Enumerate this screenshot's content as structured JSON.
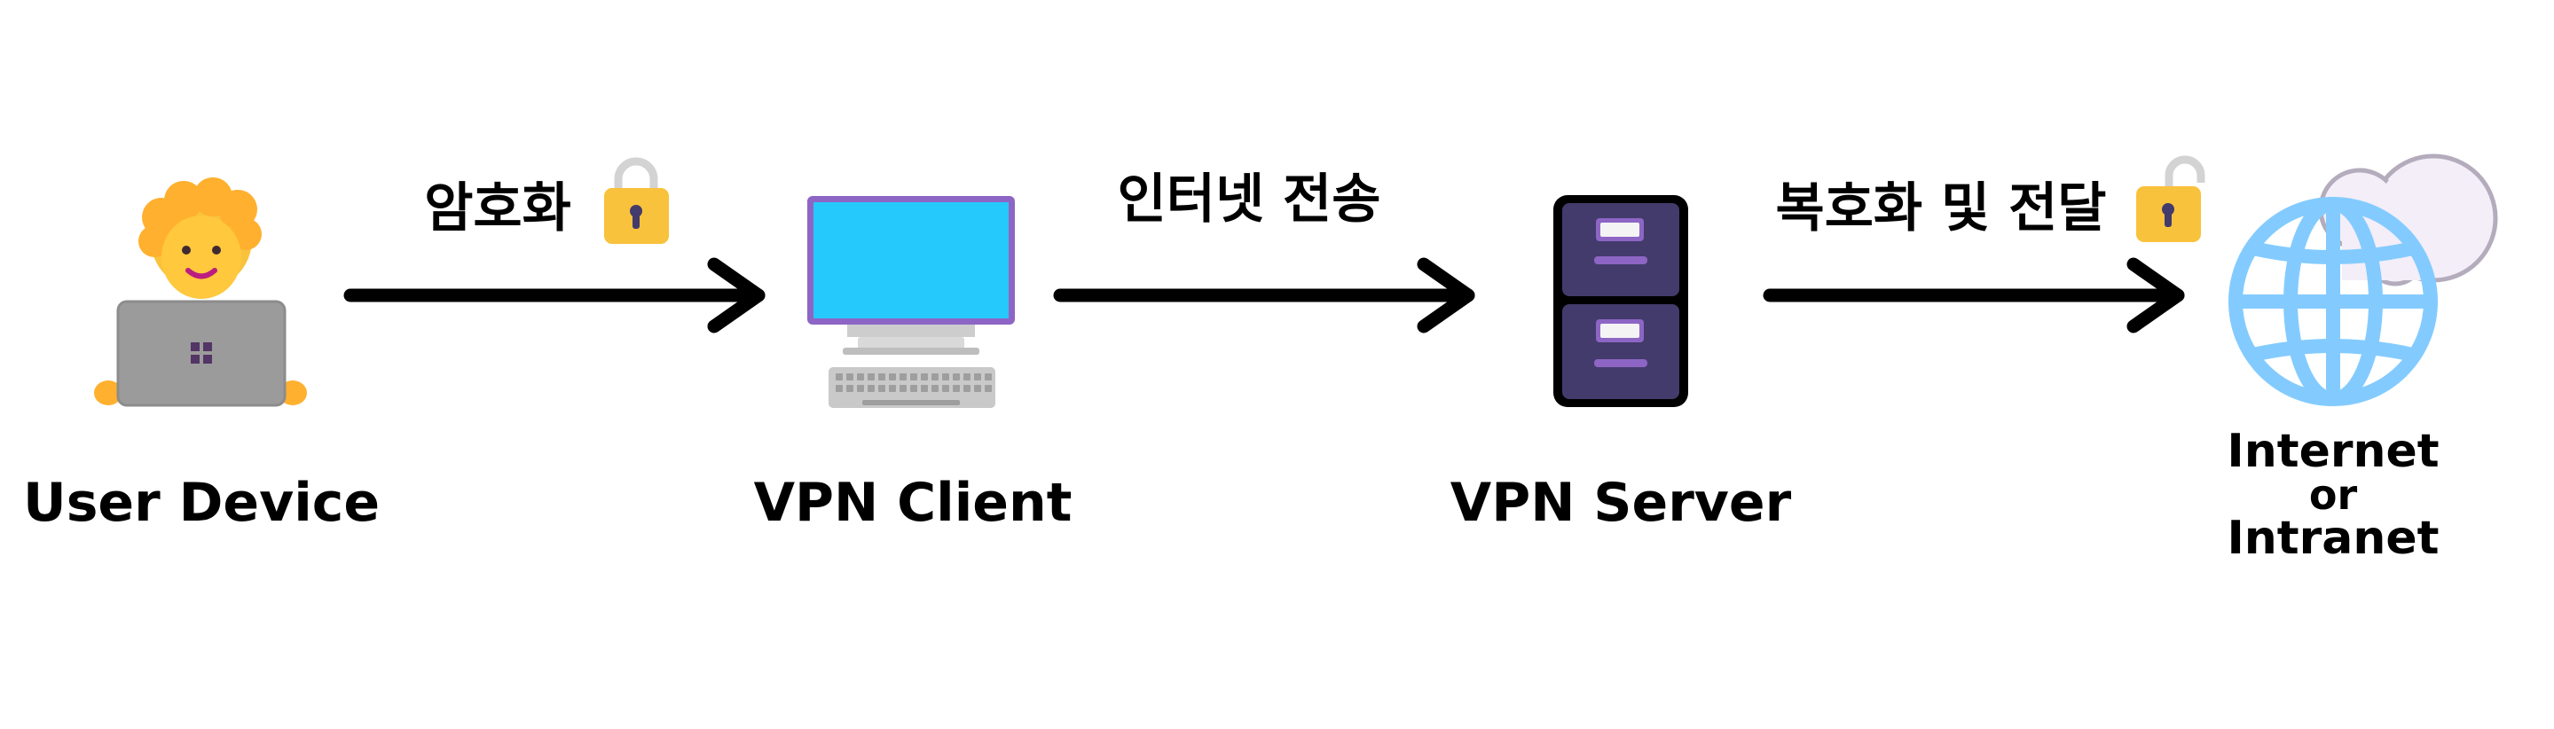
{
  "nodes": [
    {
      "id": "user-device",
      "label": "User Device",
      "icon": "person-with-laptop-icon"
    },
    {
      "id": "vpn-client",
      "label": "VPN Client",
      "icon": "desktop-computer-icon"
    },
    {
      "id": "vpn-server",
      "label": "VPN Server",
      "icon": "file-cabinet-server-icon"
    },
    {
      "id": "internet",
      "label_lines": [
        "Internet",
        "or",
        "Intranet"
      ],
      "icon": "globe-with-cloud-icon"
    }
  ],
  "steps": [
    {
      "label": "암호화",
      "icon": "locked-padlock-icon"
    },
    {
      "label": "인터넷 전송"
    },
    {
      "label": "복호화 및 전달",
      "icon": "unlocked-padlock-icon"
    }
  ],
  "colors": {
    "arrow": "#000000",
    "padlock": "#F9C23C",
    "monitor_screen": "#26C9FC",
    "monitor_frame": "#8D65C5",
    "server": "#433B6B",
    "globe": "#83CBFF",
    "cloud": "#F3EEF8"
  }
}
